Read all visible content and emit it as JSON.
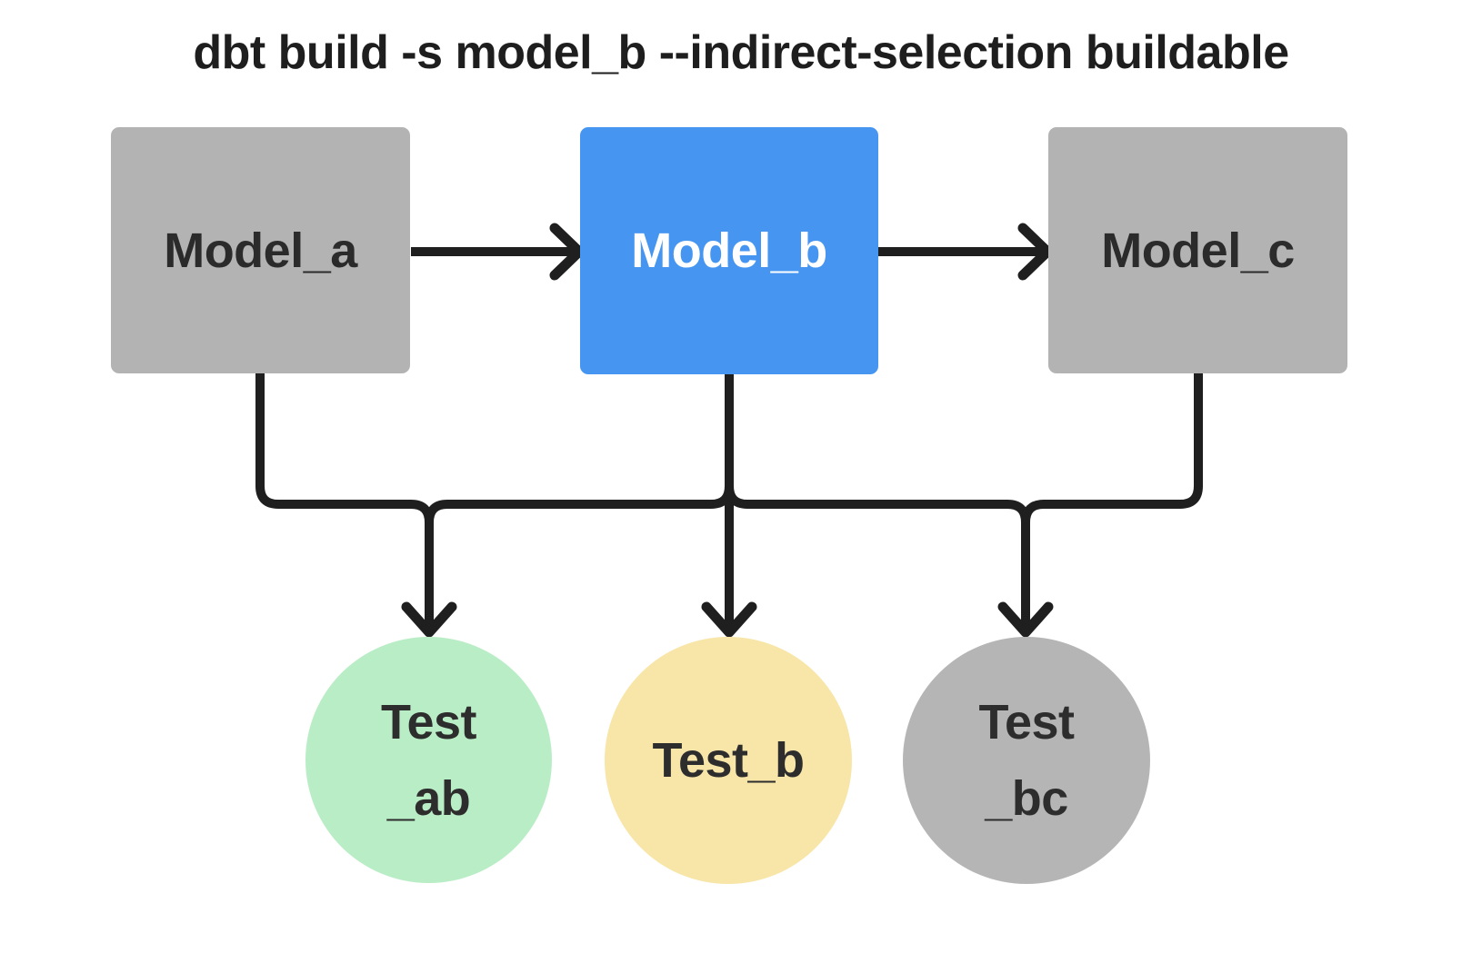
{
  "title": "dbt build -s model_b --indirect-selection buildable",
  "models": [
    {
      "id": "model_a",
      "label": "Model_a",
      "state": "not-selected"
    },
    {
      "id": "model_b",
      "label": "Model_b",
      "state": "selected"
    },
    {
      "id": "model_c",
      "label": "Model_c",
      "state": "not-selected"
    }
  ],
  "tests": [
    {
      "id": "test_ab",
      "label_line1": "Test",
      "label_line2": "_ab",
      "color": "#b9edc6"
    },
    {
      "id": "test_b",
      "label_line1": "Test_b",
      "label_line2": "",
      "color": "#f8e5a8"
    },
    {
      "id": "test_bc",
      "label_line1": "Test",
      "label_line2": "_bc",
      "color": "#b5b5b5"
    }
  ],
  "edges": [
    {
      "from": "model_a",
      "to": "model_b"
    },
    {
      "from": "model_b",
      "to": "model_c"
    },
    {
      "from": "model_a",
      "to": "test_ab"
    },
    {
      "from": "model_b",
      "to": "test_ab"
    },
    {
      "from": "model_b",
      "to": "test_b"
    },
    {
      "from": "model_b",
      "to": "test_bc"
    },
    {
      "from": "model_c",
      "to": "test_bc"
    }
  ],
  "colors": {
    "selected_model": "#4696f1",
    "unselected_model": "#b3b3b3",
    "test_green": "#b9edc6",
    "test_yellow": "#f8e5a8",
    "test_gray": "#b5b5b5",
    "edge_stroke": "#1f1f1f",
    "title_text": "#1e1e1e",
    "node_label_text": "#2b2b2b",
    "background": "#ffffff"
  }
}
